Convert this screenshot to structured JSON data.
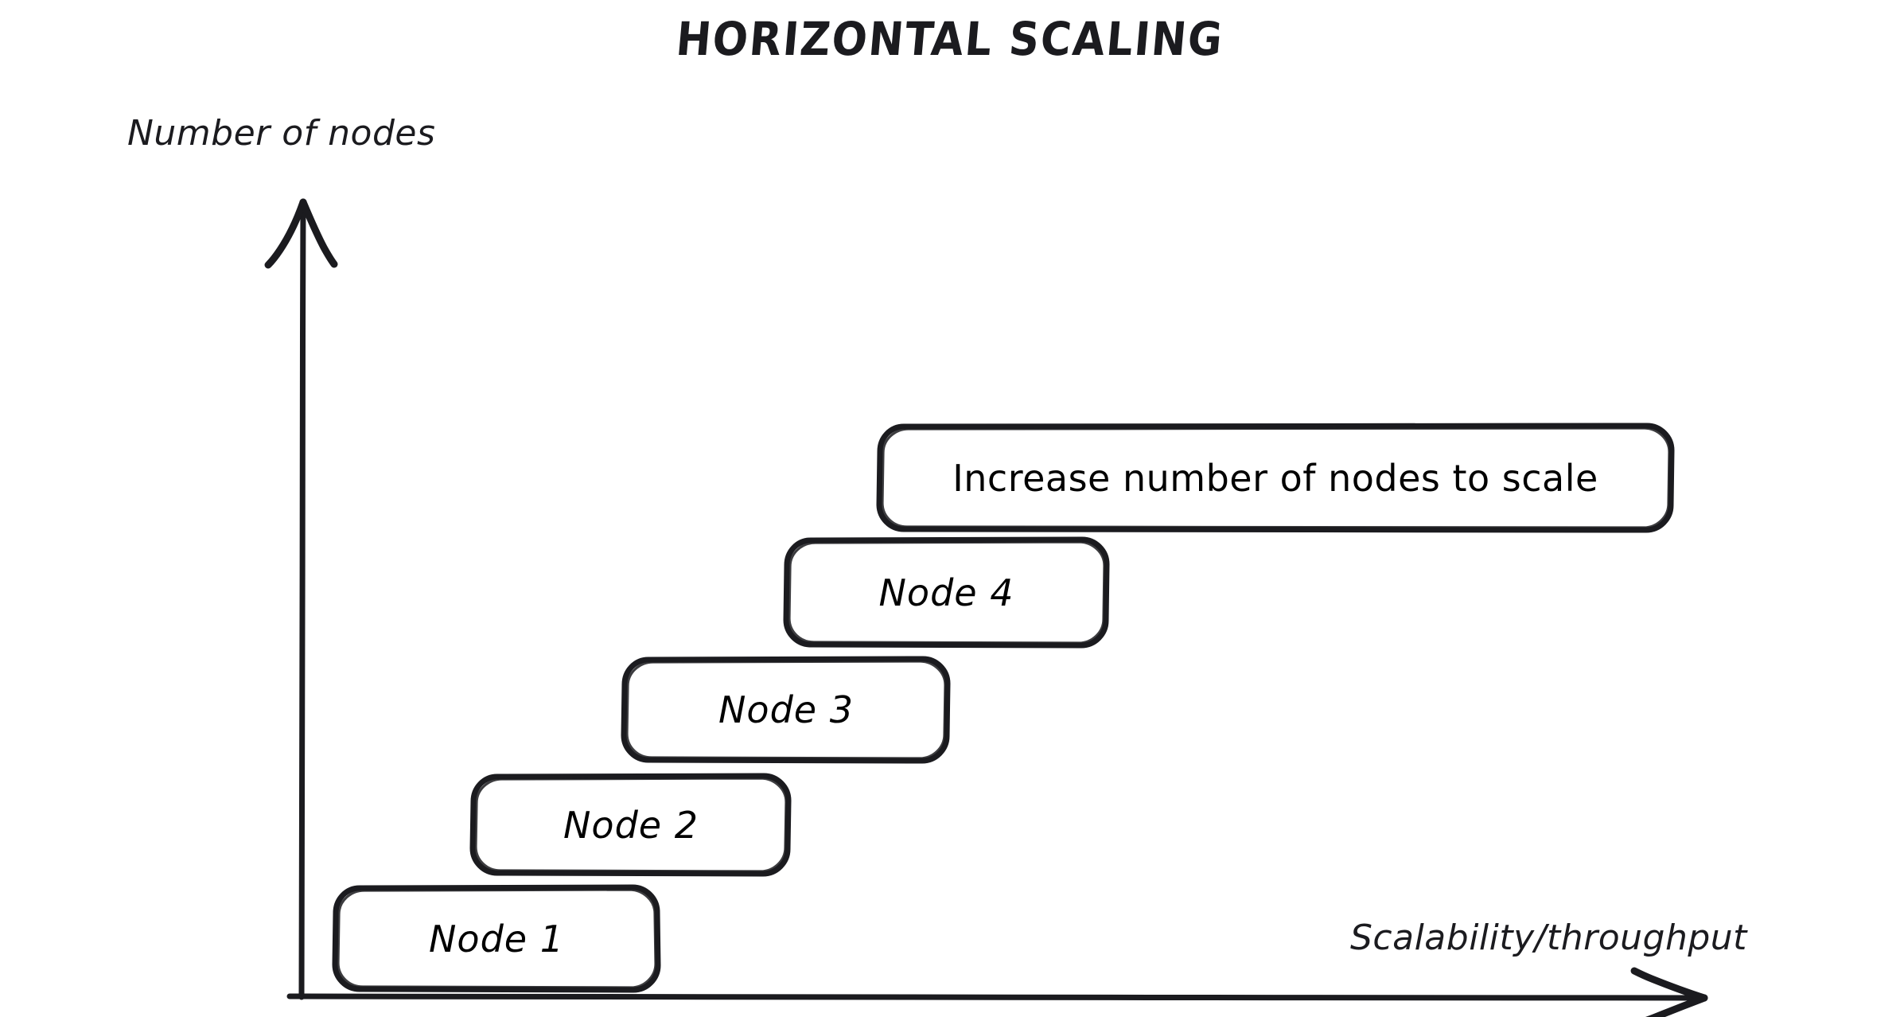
{
  "title": "HORIZONTAL SCALING",
  "background_color": "#ffffff",
  "ink_color": "#1b1b1f",
  "axes": {
    "y_label": "Number of nodes",
    "x_label": "Scalability/throughput",
    "y_arrow_icon": "arrow-up-icon",
    "x_arrow_icon": "arrow-right-icon"
  },
  "nodes": [
    {
      "label": "Node 1"
    },
    {
      "label": "Node 2"
    },
    {
      "label": "Node 3"
    },
    {
      "label": "Node 4"
    }
  ],
  "callout": {
    "label": "Increase number of nodes to scale"
  },
  "chart_data": {
    "type": "bar",
    "title": "HORIZONTAL SCALING",
    "xlabel": "Scalability/throughput",
    "ylabel": "Number of nodes",
    "categories": [
      "Node 1",
      "Node 2",
      "Node 3",
      "Node 4"
    ],
    "values": [
      1,
      2,
      3,
      4
    ],
    "annotations": [
      "Increase number of nodes to scale"
    ],
    "grid": false,
    "legend": "none",
    "style": "hand-drawn staircase of labelled boxes ascending left-to-right",
    "xlim": [
      0,
      4
    ],
    "ylim": [
      0,
      4
    ]
  }
}
